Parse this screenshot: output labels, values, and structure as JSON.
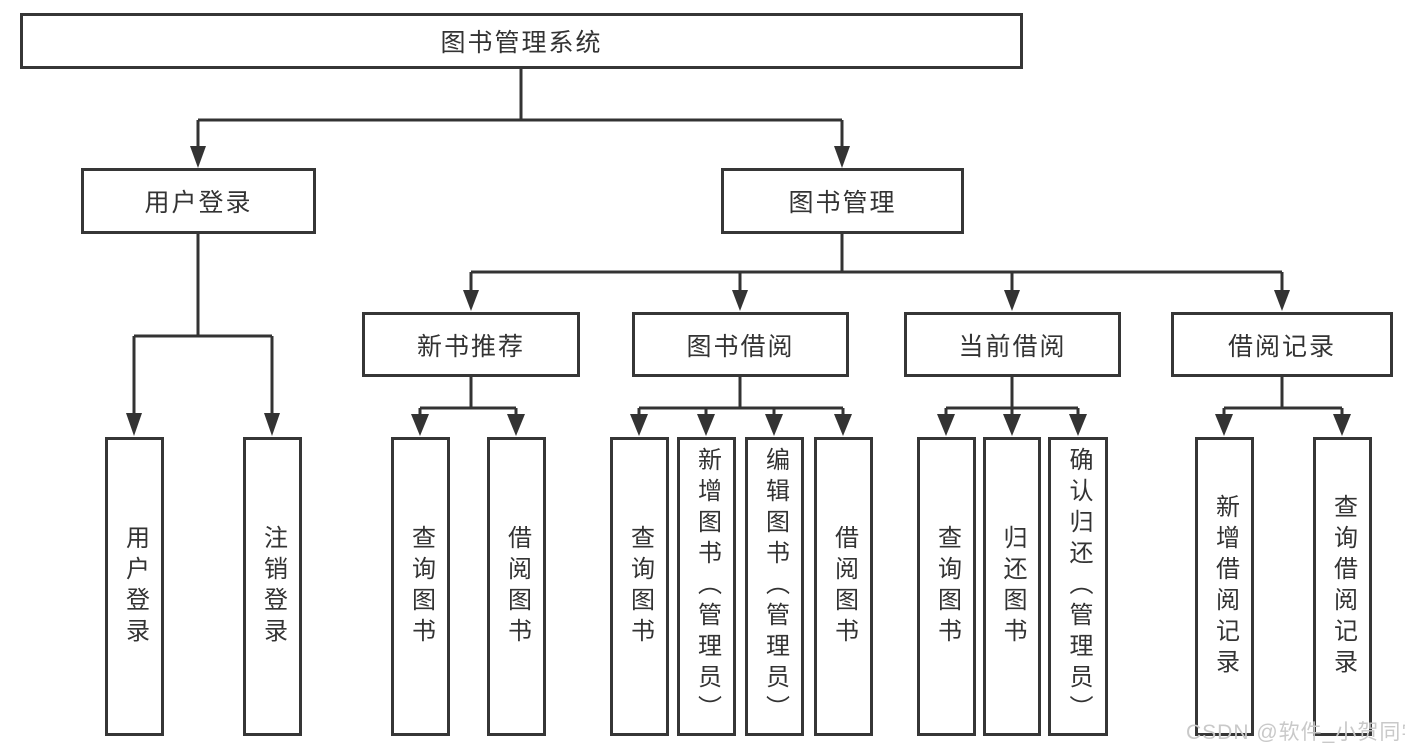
{
  "page": {
    "background": "#ffffff",
    "line_color": "#333333",
    "text_color": "#333333",
    "watermark": {
      "text": "CSDN @软件_小贺同学",
      "color": "#c9c9c9"
    }
  },
  "tree": {
    "label": "图书管理系统",
    "children": [
      {
        "label": "用户登录",
        "children": [
          {
            "label": "用户登录"
          },
          {
            "label": "注销登录"
          }
        ]
      },
      {
        "label": "图书管理",
        "children": [
          {
            "label": "新书推荐",
            "children": [
              {
                "label": "查询图书"
              },
              {
                "label": "借阅图书"
              }
            ]
          },
          {
            "label": "图书借阅",
            "children": [
              {
                "label": "查询图书"
              },
              {
                "label": "新增图书（管理员）"
              },
              {
                "label": "编辑图书（管理员）"
              },
              {
                "label": "借阅图书"
              }
            ]
          },
          {
            "label": "当前借阅",
            "children": [
              {
                "label": "查询图书"
              },
              {
                "label": "归还图书"
              },
              {
                "label": "确认归还（管理员）"
              }
            ]
          },
          {
            "label": "借阅记录",
            "children": [
              {
                "label": "新增借阅记录"
              },
              {
                "label": "查询借阅记录"
              }
            ]
          }
        ]
      }
    ]
  }
}
